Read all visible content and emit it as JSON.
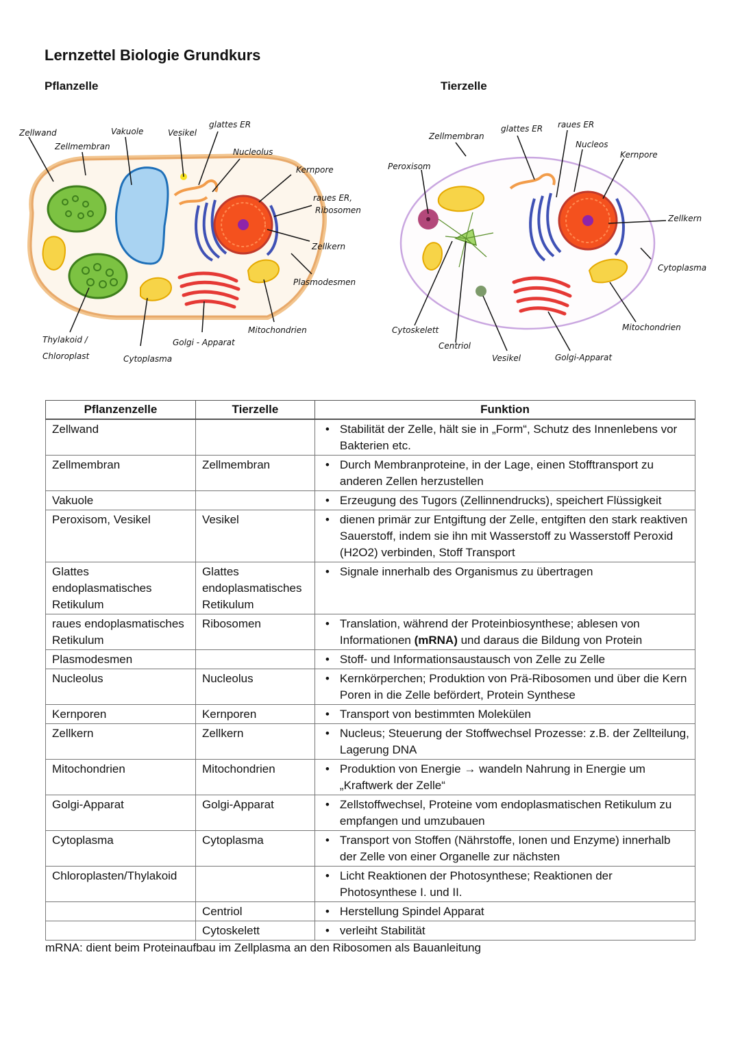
{
  "title": "Lernzettel Biologie Grundkurs",
  "plant_heading": "Pflanzelle",
  "animal_heading": "Tierzelle",
  "plant_labels": {
    "zellwand": "Zellwand",
    "zellmembran": "Zellmembran",
    "vakuole": "Vakuole",
    "vesikel": "Vesikel",
    "glattes_er": "glattes ER",
    "nucleolus": "Nucleolus",
    "kernpore": "Kernpore",
    "raues_er_1": "raues ER,",
    "raues_er_2": "Ribosomen",
    "zellkern": "Zellkern",
    "plasmodesmen": "Plasmodesmen",
    "mitochondrien": "Mitochondrien",
    "golgi": "Golgi - Apparat",
    "thylakoid_1": "Thylakoid /",
    "thylakoid_2": "Chloroplast",
    "cytoplasma": "Cytoplasma"
  },
  "animal_labels": {
    "peroxisom": "Peroxisom",
    "zellmembran": "Zellmembran",
    "glattes_er": "glattes ER",
    "raues_er": "raues ER",
    "nucleos": "Nucleos",
    "kernpore": "Kernpore",
    "zellkern": "Zellkern",
    "cytoplasma": "Cytoplasma",
    "mitochondrien": "Mitochondrien",
    "golgi": "Golgi-Apparat",
    "vesikel": "Vesikel",
    "centriol": "Centriol",
    "cytoskelett": "Cytoskelett"
  },
  "table": {
    "headers": [
      "Pflanzenzelle",
      "Tierzelle",
      "Funktion"
    ],
    "bullet": "•",
    "rows": [
      {
        "plant": "Zellwand",
        "animal": "",
        "function": "Stabilität der Zelle, hält sie in „Form“, Schutz des Innenlebens vor Bakterien etc."
      },
      {
        "plant": "Zellmembran",
        "animal": "Zellmembran",
        "function": "Durch Membranproteine, in der Lage, einen Stofftransport zu anderen Zellen herzustellen"
      },
      {
        "plant": "Vakuole",
        "animal": "",
        "function": "Erzeugung des Tugors (Zellinnendrucks), speichert Flüssigkeit"
      },
      {
        "plant": "Peroxisom, Vesikel",
        "animal": "Vesikel",
        "function": "dienen primär zur Entgiftung der Zelle, entgiften den stark reaktiven Sauerstoff, indem sie ihn mit Wasserstoff zu Wasserstoff Peroxid (H2O2) verbinden, Stoff Transport"
      },
      {
        "plant": "Glattes endoplasmatisches Retikulum",
        "animal": "Glattes endoplasmatisches Retikulum",
        "function": "Signale innerhalb des Organismus zu übertragen"
      },
      {
        "plant": "raues endoplasmatisches Retikulum",
        "animal": "Ribosomen",
        "function_pre": "Translation, während der Proteinbiosynthese; ablesen von Informationen ",
        "function_bold": "(mRNA)",
        "function_post": " und daraus die Bildung von Protein"
      },
      {
        "plant": "Plasmodesmen",
        "animal": "",
        "function": "Stoff- und Informationsaustausch von Zelle zu Zelle"
      },
      {
        "plant": "Nucleolus",
        "animal": "Nucleolus",
        "function": "Kernkörperchen; Produktion von Prä-Ribosomen und über die Kern Poren in die Zelle befördert, Protein Synthese"
      },
      {
        "plant": "Kernporen",
        "animal": "Kernporen",
        "function": "Transport von bestimmten Molekülen"
      },
      {
        "plant": "Zellkern",
        "animal": "Zellkern",
        "function": "Nucleus; Steuerung der Stoffwechsel Prozesse: z.B. der Zellteilung, Lagerung DNA"
      },
      {
        "plant": "Mitochondrien",
        "animal": "Mitochondrien",
        "function": "Produktion von Energie → wandeln Nahrung in Energie um „Kraftwerk der Zelle“"
      },
      {
        "plant": "Golgi-Apparat",
        "animal": "Golgi-Apparat",
        "function": "Zellstoffwechsel, Proteine vom endoplasmatischen Retikulum zu empfangen und umzubauen"
      },
      {
        "plant": "Cytoplasma",
        "animal": "Cytoplasma",
        "function": "Transport von Stoffen (Nährstoffe, Ionen und Enzyme) innerhalb der Zelle von einer Organelle zur nächsten"
      },
      {
        "plant": "Chloroplasten/Thylakoid",
        "animal": "",
        "function": "Licht Reaktionen der Photosynthese; Reaktionen der Photosynthese I. und II."
      },
      {
        "plant": "",
        "animal": "Centriol",
        "function": "Herstellung Spindel Apparat"
      },
      {
        "plant": "",
        "animal": "Cytoskelett",
        "function": "verleiht Stabilität"
      }
    ]
  },
  "footer": "mRNA: dient beim Proteinaufbau im Zellplasma an den Ribosomen als Bauanleitung",
  "colors": {
    "cell_wall": "#f2c48d",
    "membrane": "#e74c3c",
    "vacuole": "#a9d3f2",
    "chloroplast": "#7cc242",
    "nucleus": "#f4511e",
    "er": "#3f51b5",
    "golgi": "#e53935",
    "mitochondria": "#f7d448",
    "animal_membrane": "#c9a6e0"
  }
}
